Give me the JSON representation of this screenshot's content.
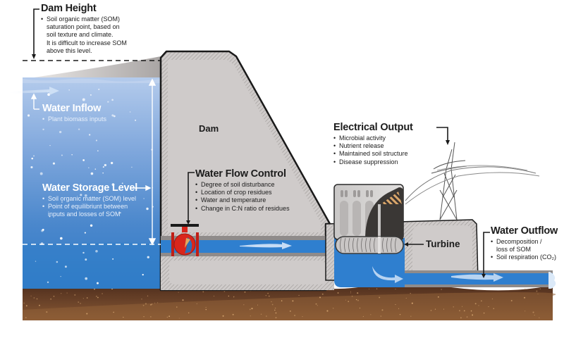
{
  "labels": {
    "dam_height": {
      "title": "Dam Height",
      "items": [
        {
          "text": "Soil organic matter (SOM)",
          "bullet": true
        },
        {
          "text": "saturation point, based on",
          "bullet": false
        },
        {
          "text": "soil texture and climate.",
          "bullet": false
        },
        {
          "text": "It is difficult to increase SOM",
          "bullet": false
        },
        {
          "text": "above this level.",
          "bullet": false
        }
      ]
    },
    "water_inflow": {
      "title": "Water Inflow",
      "items": [
        {
          "text": "Plant biomass inputs",
          "bullet": true
        }
      ]
    },
    "water_storage_level": {
      "title": "Water Storage Level",
      "items": [
        {
          "text": "Soil organic matter (SOM) level",
          "bullet": true
        },
        {
          "text": "Point of equilibriunt between",
          "bullet": true
        },
        {
          "text": "inputs and losses of SOM",
          "bullet": false
        }
      ]
    },
    "dam": {
      "title": "Dam"
    },
    "water_flow_control": {
      "title": "Water Flow Control",
      "items": [
        {
          "text": "Degree of soil disturbance",
          "bullet": true
        },
        {
          "text": "Location of crop residues",
          "bullet": true
        },
        {
          "text": "Water and temperature",
          "bullet": true
        },
        {
          "text": "Change in C:N ratio of residues",
          "bullet": true
        }
      ]
    },
    "electrical_output": {
      "title": "Electrical Output",
      "items": [
        {
          "text": "Microbial activity",
          "bullet": true
        },
        {
          "text": "Nutrient release",
          "bullet": true
        },
        {
          "text": "Maintained soil structure",
          "bullet": true
        },
        {
          "text": "Disease suppression",
          "bullet": true
        }
      ]
    },
    "turbine": {
      "title": "Turbine"
    },
    "water_outflow": {
      "title": "Water Outflow",
      "items": [
        {
          "text": "Decomposition /",
          "bullet": true
        },
        {
          "text": "loss of SOM",
          "bullet": false
        },
        {
          "text": "Soil respiration (CO₂)",
          "bullet": true
        }
      ]
    }
  },
  "colors": {
    "water_light": "#a9c4e8",
    "water_mid": "#5c8fd0",
    "water_deep": "#2a78c4",
    "pipe_water": "#2f7fcf",
    "concrete": "#cfcbca",
    "concrete_hatch": "#9c9896",
    "soil_dark": "#5a3420",
    "soil_light": "#8a5a35",
    "valve_red": "#d9261c",
    "outline": "#1a1a1a"
  }
}
